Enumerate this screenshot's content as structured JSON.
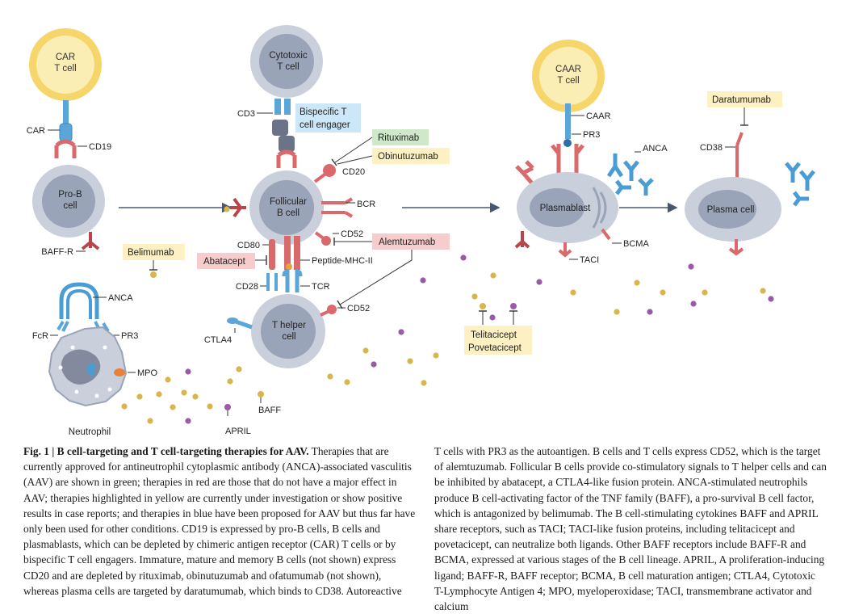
{
  "colors": {
    "cell_gray_outer": "#c9cfdb",
    "cell_gray_inner": "#9aa4b8",
    "car_yellow_outer": "#f6d66a",
    "car_yellow_inner": "#fbeeb5",
    "receptor_red": "#d9696a",
    "receptor_blue": "#5aa6d8",
    "label_green": "#cfe8c9",
    "label_yellow": "#fdf0c2",
    "label_red": "#f7cccc",
    "label_blue": "#cbe7f8",
    "baff_dot": "#d9b64b",
    "april_dot": "#9a5aa8"
  },
  "cells": {
    "car_t": "CAR\nT cell",
    "cytotoxic_t": "Cytotoxic\nT cell",
    "caar_t": "CAAR\nT cell",
    "pro_b": "Pro-B\ncell",
    "follicular_b": "Follicular\nB cell",
    "t_helper": "T helper\ncell",
    "plasmablast": "Plasmablast",
    "plasma_cell": "Plasma cell",
    "neutrophil": "Neutrophil"
  },
  "labels": {
    "car": "CAR",
    "cd19": "CD19",
    "baff_r": "BAFF-R",
    "cd3": "CD3",
    "cd20": "CD20",
    "bcr": "BCR",
    "cd52_b": "CD52",
    "cd80": "CD80",
    "peptide_mhc": "Peptide-MHC-II",
    "cd28": "CD28",
    "tcr": "TCR",
    "cd52_t": "CD52",
    "ctla4": "CTLA4",
    "caar": "CAAR",
    "pr3_plasma": "PR3",
    "anca_plasma": "ANCA",
    "bcma": "BCMA",
    "taci": "TACI",
    "cd38": "CD38",
    "anca_neut": "ANCA",
    "fcr": "FcR",
    "pr3_neut": "PR3",
    "mpo": "MPO",
    "baff": "BAFF",
    "april": "APRIL"
  },
  "therapies": {
    "bispecific": "Bispecific T\ncell engager",
    "rituximab": "Rituximab",
    "obinutuzumab": "Obinutuzumab",
    "alemtuzumab": "Alemtuzumab",
    "abatacept": "Abatacept",
    "belimumab": "Belimumab",
    "daratumumab": "Daratumumab",
    "telitacicept": "Telitacicept\nPovetacicept"
  },
  "caption": {
    "fig_label": "Fig. 1 | B cell-targeting and T cell-targeting therapies for AAV.",
    "left_body": " Therapies that are currently approved for antineutrophil cytoplasmic antibody (ANCA)-associated vasculitis (AAV) are shown in green; therapies in red are those that do not have a major effect in AAV; therapies highlighted in yellow are currently under investigation or show positive results in case reports; and therapies in blue have been proposed for AAV but thus far have only been used for other conditions. CD19 is expressed by pro-B cells, B cells and plasmablasts, which can be depleted by chimeric antigen receptor (CAR) T cells or by bispecific T cell engagers. Immature, mature and memory B cells (not shown) express CD20 and are depleted by rituximab, obinutuzumab and ofatumumab (not shown), whereas plasma cells are targeted by daratumumab, which binds to CD38. Autoreactive",
    "right_body": "T cells with PR3 as the autoantigen. B cells and T cells express CD52, which is the target of alemtuzumab. Follicular B cells provide co-stimulatory signals to T helper cells and can be inhibited by abatacept, a CTLA4-like fusion protein. ANCA-stimulated neutrophils produce B cell-activating factor of the TNF family (BAFF), a pro-survival B cell factor, which is antagonized by belimumab. The B cell-stimulating cytokines BAFF and APRIL share receptors, such as TACI; TACI-like fusion proteins, including telitacicept and povetacicept, can neutralize both ligands. Other BAFF receptors include BAFF-R and BCMA, expressed at various stages of the B cell lineage. APRIL, A proliferation-inducing ligand; BAFF-R, BAFF receptor; BCMA, B cell maturation antigen; CTLA4, Cytotoxic T-Lymphocyte Antigen 4; MPO, myeloperoxidase; TACI, transmembrane activator and calcium"
  }
}
